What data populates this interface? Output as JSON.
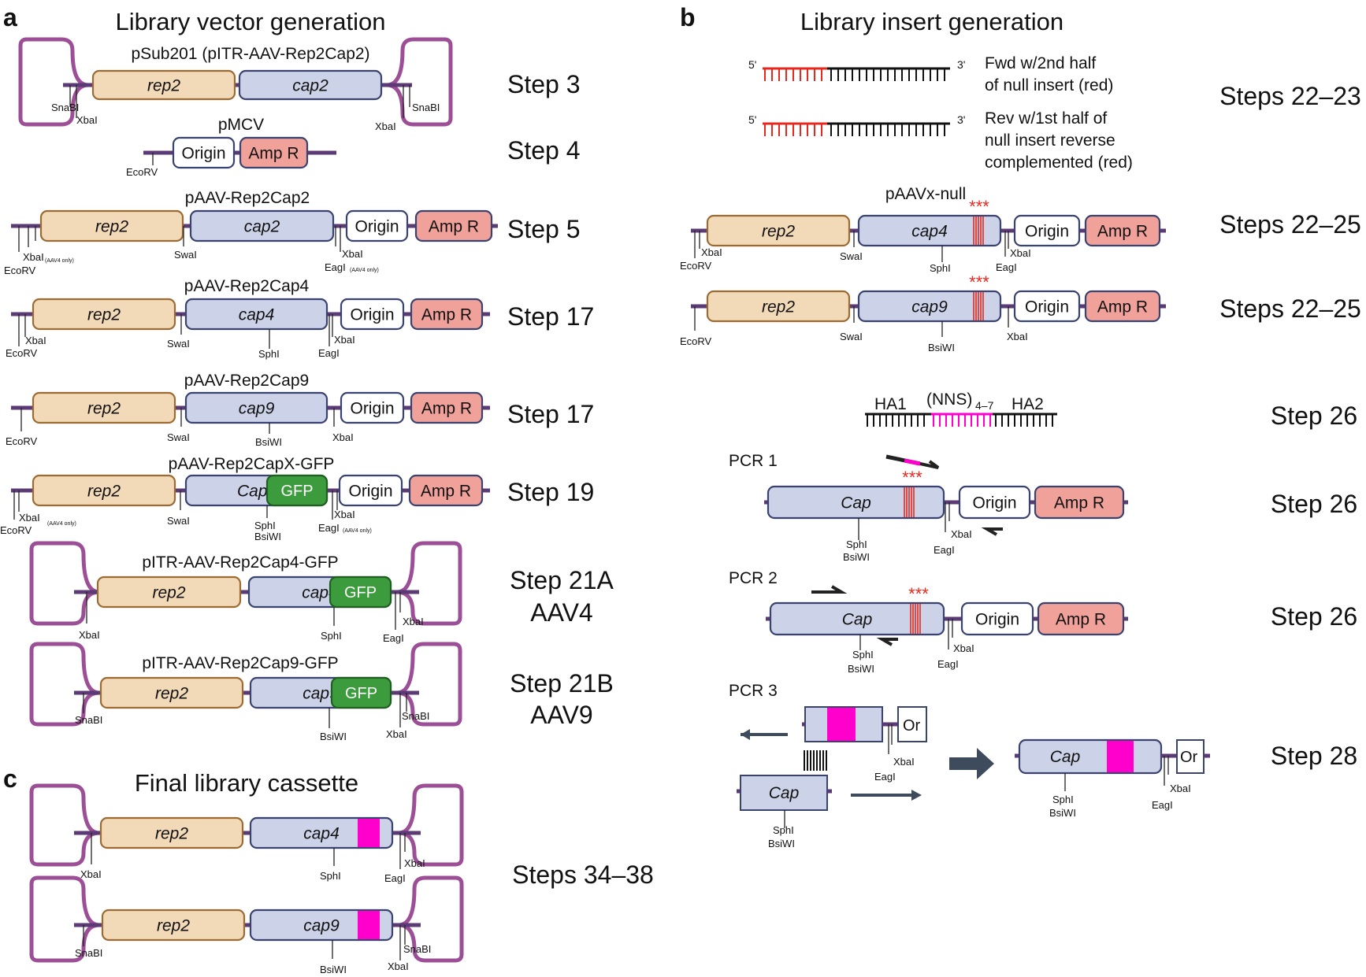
{
  "panels": {
    "a": {
      "letter": "a",
      "title": "Library vector generation"
    },
    "b": {
      "letter": "b",
      "title": "Library insert generation"
    },
    "c": {
      "letter": "c",
      "title": "Final library cassette"
    }
  },
  "colors": {
    "itr": "#9c4f96",
    "backbone": "#5b3a75",
    "rep": "#f2d9b8",
    "rep_border": "#9b6b33",
    "cap": "#ccd3e8",
    "cap_border": "#3a4270",
    "origin": "#ffffff",
    "ampr": "#f0a19a",
    "gfp": "#3c9b3c",
    "gfp_border": "#1f5f1f",
    "variable_region": "#ff00cc",
    "stop_codons": "#e8281e",
    "arrow": "#3d4b5c"
  },
  "labels": {
    "rep2": "rep2",
    "cap2": "cap2",
    "cap4": "cap4",
    "cap9": "cap9",
    "capx": "Capx",
    "cap": "Cap",
    "origin": "Origin",
    "ampr": "Amp R",
    "gfp": "GFP",
    "or": "Or",
    "stop": "***"
  },
  "sites": {
    "snabi": "SnaBI",
    "xbai": "XbaI",
    "ecorv": "EcoRV",
    "swai": "SwaI",
    "eagi": "EagI",
    "sphi": "SphI",
    "bsiwi": "BsiWI",
    "aav4only": "(AAV4 only)"
  },
  "constructs": {
    "psub201": "pSub201 (pITR-AAV-Rep2Cap2)",
    "pmcv": "pMCV",
    "paav_rep2cap2": "pAAV-Rep2Cap2",
    "paav_rep2cap4": "pAAV-Rep2Cap4",
    "paav_rep2cap9": "pAAV-Rep2Cap9",
    "paav_rep2capx_gfp": "pAAV-Rep2CapX-GFP",
    "pitr_cap4_gfp": "pITR-AAV-Rep2Cap4-GFP",
    "pitr_cap9_gfp": "pITR-AAV-Rep2Cap9-GFP",
    "paavx_null": "pAAVx-null"
  },
  "steps": {
    "s3": "Step 3",
    "s4": "Step 4",
    "s5": "Step 5",
    "s17": "Step 17",
    "s19": "Step 19",
    "s21a": "Step 21A",
    "aav4": "AAV4",
    "s21b": "Step 21B",
    "aav9": "AAV9",
    "s22_23": "Steps 22–23",
    "s22_25": "Steps 22–25",
    "s26": "Step 26",
    "s28": "Step 28",
    "s34_38": "Steps 34–38"
  },
  "primers": {
    "end5": "5'",
    "end3": "3'",
    "fwd_line1": "Fwd w/2nd half",
    "fwd_line2": "of null insert (red)",
    "rev_line1": "Rev w/1st half of",
    "rev_line2": "null insert reverse",
    "rev_line3": "complemented (red)"
  },
  "insert": {
    "ha1": "HA1",
    "nns": "(NNS)",
    "nns_sub": "4–7",
    "ha2": "HA2"
  },
  "pcr": {
    "pcr1": "PCR 1",
    "pcr2": "PCR 2",
    "pcr3": "PCR 3"
  }
}
